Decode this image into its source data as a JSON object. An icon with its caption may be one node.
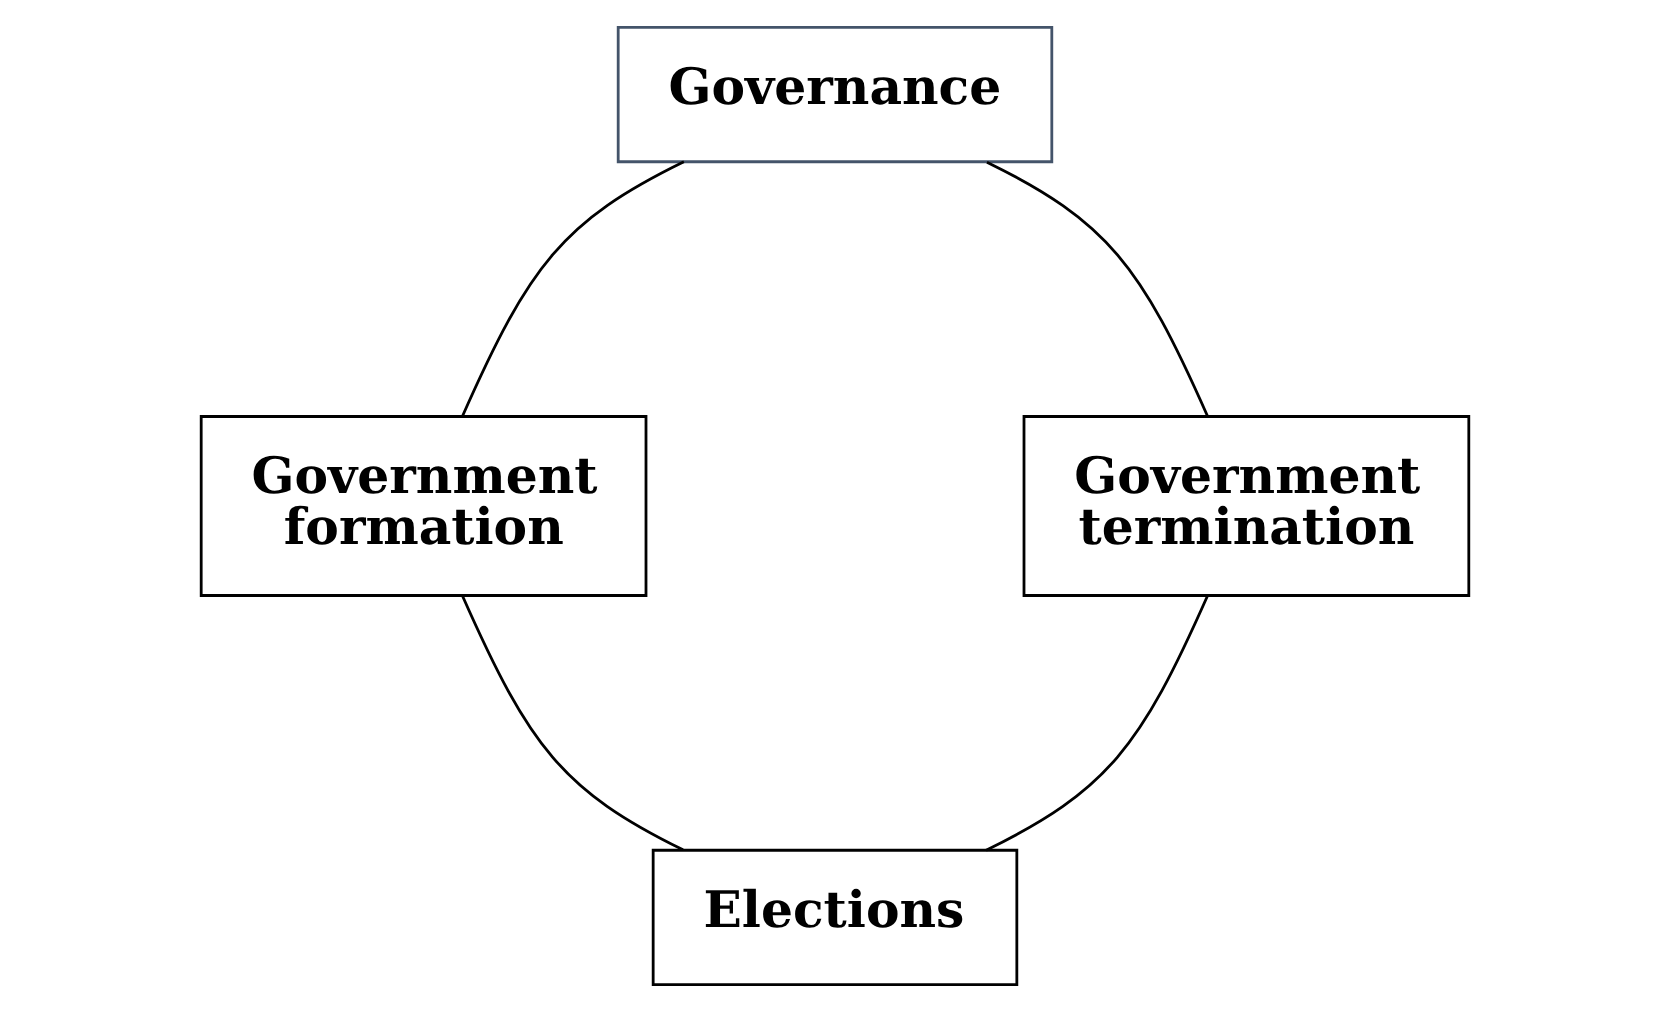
{
  "diagram": {
    "nodes": [
      {
        "text": [
          "Elections"
        ]
      },
      {
        "text": [
          "Government termination"
        ]
      },
      {
        "text": [
          "Government formation"
        ]
      },
      {
        "text": [
          "Governance"
        ]
      }
    ],
    "edges": [
      {
        "from": 0,
        "to": 2,
        "arrow": "none"
      },
      {
        "from": 2,
        "to": 3,
        "arrow": "none"
      },
      {
        "from": 3,
        "to": 1,
        "arrow": "none"
      },
      {
        "from": 1,
        "to": 0,
        "arrow": "none"
      }
    ]
  }
}
